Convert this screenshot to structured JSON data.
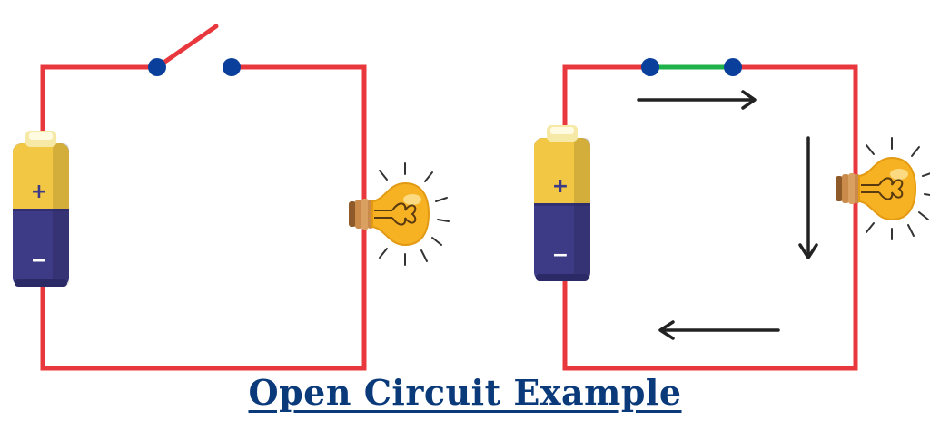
{
  "caption": "Open Circuit Example",
  "battery": {
    "positive_label": "+",
    "negative_label": "−"
  },
  "circuits": [
    {
      "id": "open",
      "switch_state": "open",
      "current_flow": false
    },
    {
      "id": "closed",
      "switch_state": "closed",
      "current_flow": true
    }
  ],
  "colors": {
    "wire": "#e8383d",
    "switch_node": "#0b3f9c",
    "closed_switch": "#1fb24a",
    "arrow": "#222222",
    "battery_body": "#3e3b86",
    "battery_top": "#f2c744",
    "bulb_glass": "#f6b223",
    "bulb_base": "#c98a4a",
    "rays": "#333333",
    "caption": "#0a3a7a"
  }
}
